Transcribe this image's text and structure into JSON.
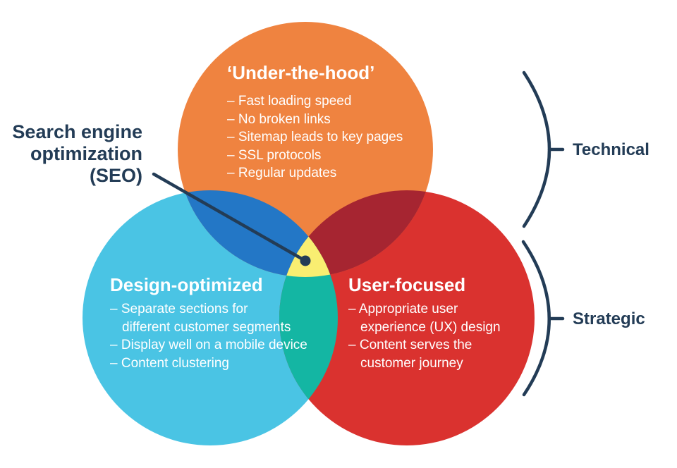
{
  "colors": {
    "orange": "#EF8340",
    "light_blue": "#4AC4E4",
    "red": "#DA322F",
    "dark_blue": "#2377C6",
    "dark_red": "#A62531",
    "teal": "#14B6A3",
    "yellow": "#F9EE71",
    "navy": "#233C56",
    "circle_text": "#FFFFFF"
  },
  "seo_label": {
    "line1": "Search engine",
    "line2": "optimization",
    "line3": "(SEO)"
  },
  "venn": {
    "technical_circle": {
      "title": "‘Under-the-hood’",
      "items": [
        "– Fast loading speed",
        "– No broken links",
        "– Sitemap leads to key pages",
        "– SSL protocols",
        "– Regular updates"
      ]
    },
    "design_circle": {
      "title": "Design-optimized",
      "items": [
        "– Separate sections for",
        "different customer segments",
        "– Display well on a mobile device",
        "– Content clustering"
      ]
    },
    "user_circle": {
      "title": "User-focused",
      "items": [
        "– Appropriate user",
        "experience (UX) design",
        "– Content serves the",
        "customer journey"
      ]
    }
  },
  "brackets": {
    "technical_label": "Technical",
    "strategic_label": "Strategic"
  }
}
